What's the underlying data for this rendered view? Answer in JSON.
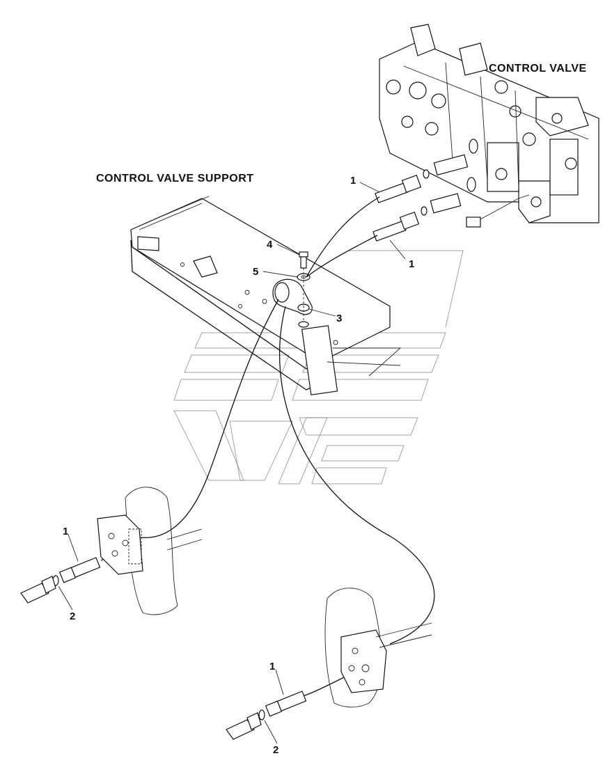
{
  "labels": {
    "control_valve": "CONTROL VALVE",
    "control_valve_support": "CONTROL VALVE SUPPORT"
  },
  "callouts": [
    {
      "id": "c1a",
      "text": "1"
    },
    {
      "id": "c1b",
      "text": "1"
    },
    {
      "id": "c4",
      "text": "4"
    },
    {
      "id": "c5",
      "text": "5"
    },
    {
      "id": "c3",
      "text": "3"
    },
    {
      "id": "c1c",
      "text": "1"
    },
    {
      "id": "c2a",
      "text": "2"
    },
    {
      "id": "c1d",
      "text": "1"
    },
    {
      "id": "c2b",
      "text": "2"
    }
  ]
}
